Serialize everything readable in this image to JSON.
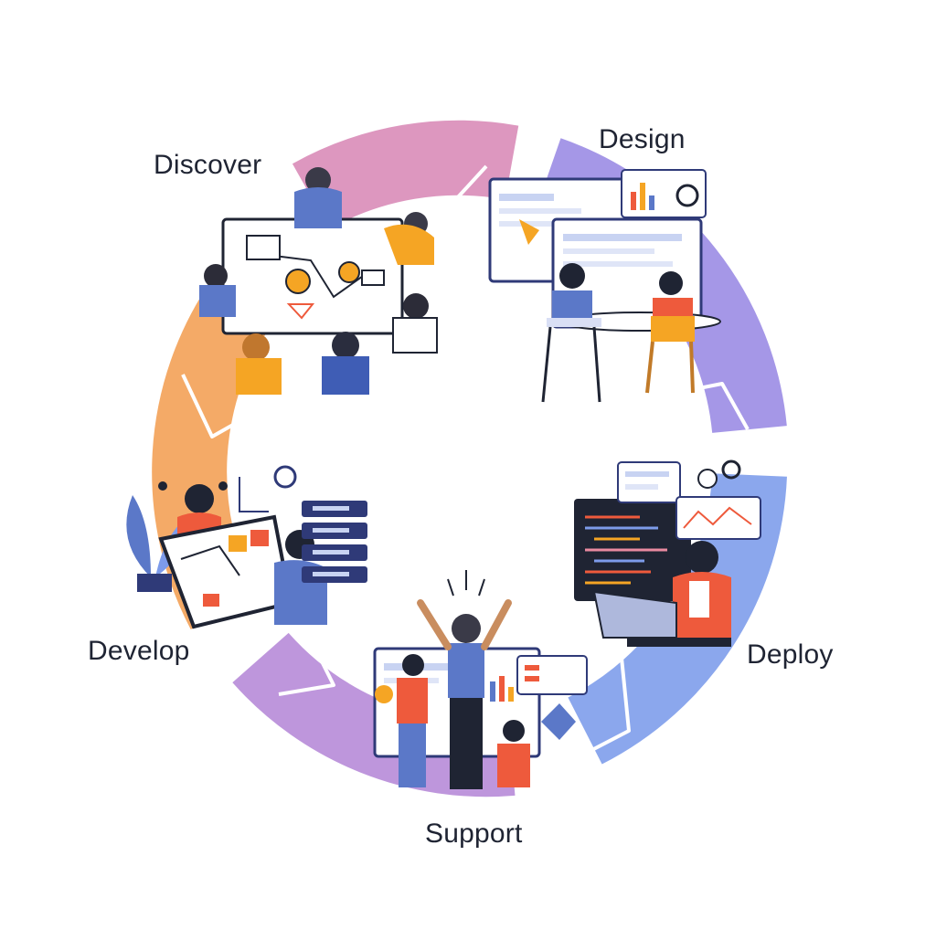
{
  "diagram": {
    "type": "cycle",
    "stages": [
      {
        "id": "discover",
        "label": "Discover"
      },
      {
        "id": "design",
        "label": "Design"
      },
      {
        "id": "deploy",
        "label": "Deploy"
      },
      {
        "id": "support",
        "label": "Support"
      },
      {
        "id": "develop",
        "label": "Develop"
      }
    ],
    "flow_direction": "clockwise",
    "colors": {
      "ring_orange": "#f3a55a",
      "ring_pink": "#e98aa0",
      "ring_purple": "#a48be0",
      "ring_blue": "#7d9bea",
      "accent_red": "#ee5a3c",
      "accent_yellow": "#f5a524",
      "navy": "#2f3a78",
      "ink": "#1f2433"
    },
    "illustrations": [
      {
        "stage": "discover",
        "icon": "team-brainstorm-table-icon"
      },
      {
        "stage": "design",
        "icon": "designers-at-screens-icon"
      },
      {
        "stage": "deploy",
        "icon": "developer-laptop-code-icon"
      },
      {
        "stage": "support",
        "icon": "team-celebration-icon"
      },
      {
        "stage": "develop",
        "icon": "developer-tablet-servers-icon"
      }
    ]
  }
}
